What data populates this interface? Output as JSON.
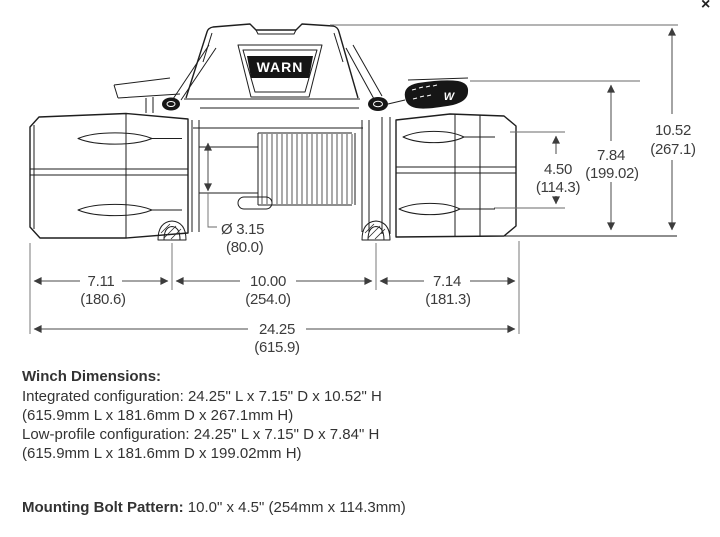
{
  "overlay": {
    "close_label": "×"
  },
  "diagram": {
    "brand_logo": "WARN",
    "clutch_logo": "W",
    "dims": {
      "overall_height_in": "10.52",
      "overall_height_mm": "(267.1)",
      "low_profile_height_in": "7.84",
      "low_profile_height_mm": "(199.02)",
      "bolt_pattern_height_in": "4.50",
      "bolt_pattern_height_mm": "(114.3)",
      "drum_diameter_in": "Ø 3.15",
      "drum_diameter_mm": "(80.0)",
      "motor_section_in": "7.11",
      "motor_section_mm": "(180.6)",
      "bolt_pattern_length_in": "10.00",
      "bolt_pattern_length_mm": "(254.0)",
      "gear_section_in": "7.14",
      "gear_section_mm": "(181.3)",
      "overall_length_in": "24.25",
      "overall_length_mm": "(615.9)"
    }
  },
  "specs": {
    "heading": "Winch Dimensions:",
    "lines": [
      "Integrated configuration: 24.25\" L x 7.15\" D x 10.52\" H",
      "(615.9mm L x 181.6mm D x 267.1mm H)",
      "Low-profile configuration: 24.25\" L x 7.15\" D x 7.84\" H",
      "(615.9mm L x 181.6mm D x 199.02mm H)"
    ],
    "bolt_pattern_label": "Mounting Bolt Pattern:",
    "bolt_pattern_value": " 10.0\" x 4.5\" (254mm x 114.3mm)"
  },
  "colors": {
    "background": "#ffffff",
    "drawing_line": "#1e1e1e",
    "dimension_text": "#3c3c3c",
    "body_text": "#333333"
  }
}
